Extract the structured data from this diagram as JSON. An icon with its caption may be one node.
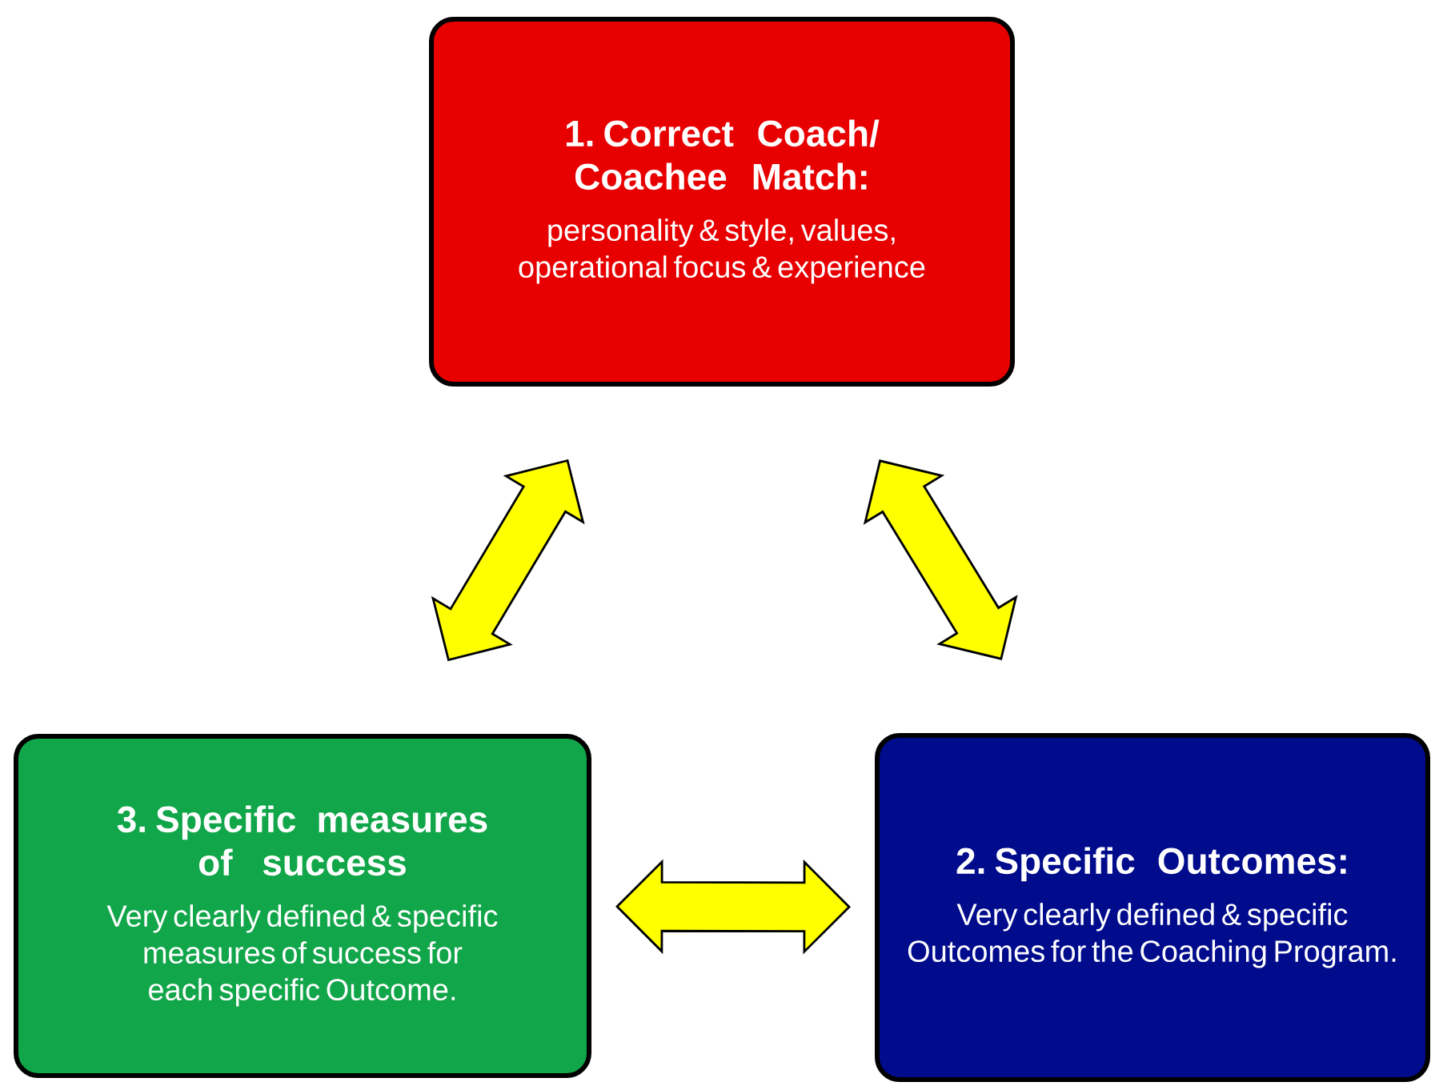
{
  "diagram": {
    "nodes": [
      {
        "text": [
          "1. Correct Coach/ Coachee Match:",
          "personality & style, values,  operational focus & experience"
        ]
      },
      {
        "text": [
          "3. Specific  measures of success",
          "Very clearly defined & specific  measures of success for each specific Outcome."
        ]
      },
      {
        "text": [
          "2. Specific Outcomes:",
          "Very clearly defined & specific Outcomes for the Coaching Program."
        ]
      }
    ],
    "edges": [
      {
        "from": 0,
        "to": 1,
        "arrow": "both"
      },
      {
        "from": 0,
        "to": 2,
        "arrow": "both"
      },
      {
        "from": 1,
        "to": 2,
        "arrow": "both"
      }
    ]
  }
}
